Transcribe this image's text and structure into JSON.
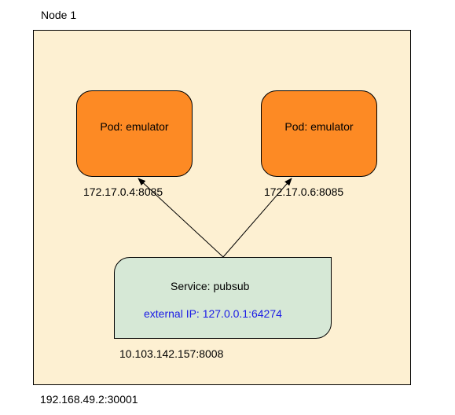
{
  "node": {
    "label": "Node 1",
    "address": "192.168.49.2:30001"
  },
  "pods": [
    {
      "label": "Pod: emulator",
      "address": "172.17.0.4:8085"
    },
    {
      "label": "Pod: emulator",
      "address": "172.17.0.6:8085"
    }
  ],
  "service": {
    "label": "Service: pubsub",
    "external_ip": "external IP: 127.0.0.1:64274",
    "address": "10.103.142.157:8008"
  },
  "colors": {
    "node_fill": "#fdf0d2",
    "pod_fill": "#fd8a24",
    "service_fill": "#d6e8d6",
    "external_ip_text": "#1a1ae6",
    "stroke": "#000000"
  }
}
